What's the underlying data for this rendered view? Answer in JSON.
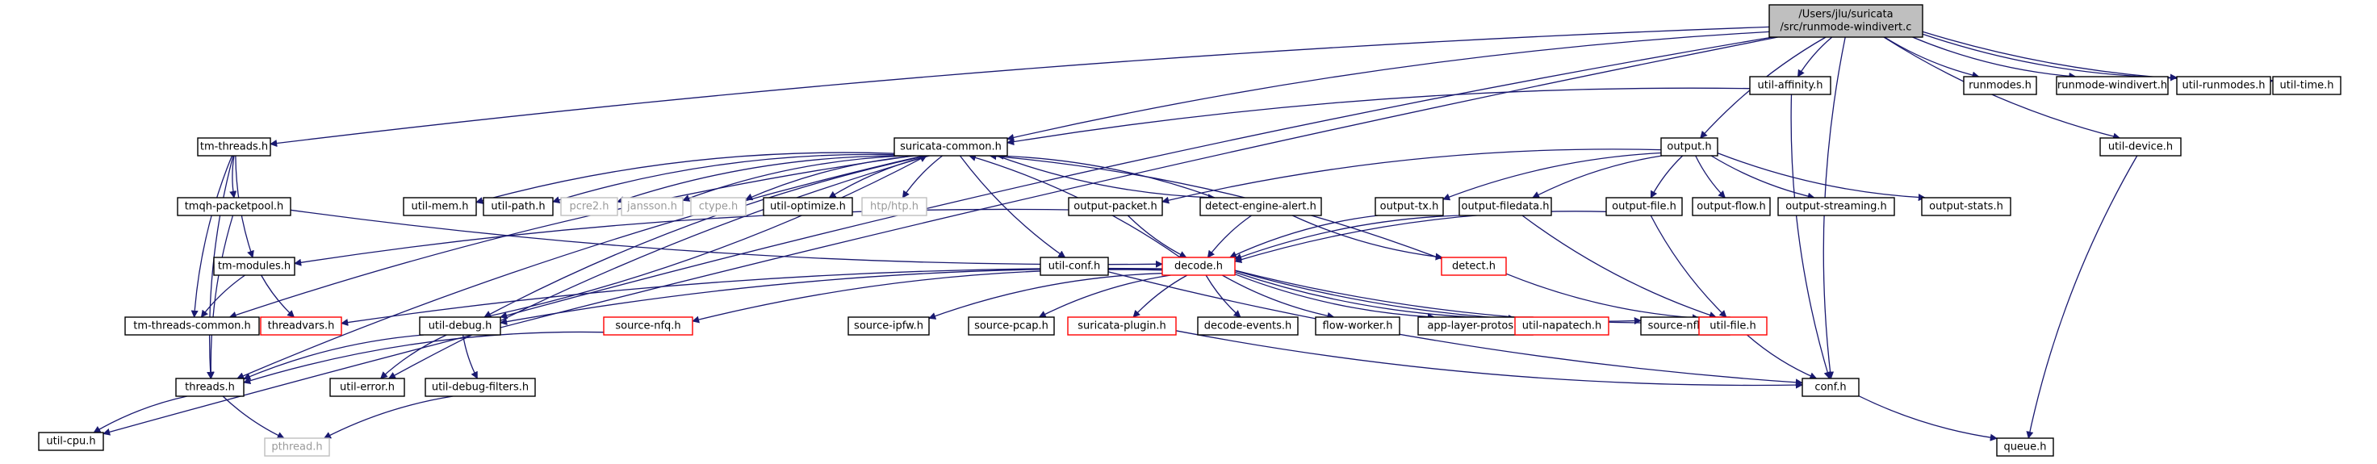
{
  "colors": {
    "edge": "#191970",
    "root_fill": "#bfbfbf",
    "node_stroke": "#000000",
    "missing_stroke": "#bfbfbf",
    "missing_text": "#9a9a9a",
    "truncated_stroke": "#ff0000"
  },
  "graph": {
    "nodes": [
      {
        "id": "root",
        "lines": [
          "/Users/jlu/suricata",
          "/src/runmode-windivert.c"
        ],
        "kind": "root"
      },
      {
        "id": "util_cpu",
        "lines": [
          "util-cpu.h"
        ],
        "kind": "normal"
      },
      {
        "id": "tm_threads",
        "lines": [
          "tm-threads.h"
        ],
        "kind": "normal"
      },
      {
        "id": "suricata_common",
        "lines": [
          "suricata-common.h"
        ],
        "kind": "normal"
      },
      {
        "id": "util_affinity",
        "lines": [
          "util-affinity.h"
        ],
        "kind": "normal"
      },
      {
        "id": "runmodes",
        "lines": [
          "runmodes.h"
        ],
        "kind": "normal"
      },
      {
        "id": "runmode_windivert_h",
        "lines": [
          "runmode-windivert.h"
        ],
        "kind": "normal"
      },
      {
        "id": "util_runmodes",
        "lines": [
          "util-runmodes.h"
        ],
        "kind": "normal"
      },
      {
        "id": "util_time",
        "lines": [
          "util-time.h"
        ],
        "kind": "normal"
      },
      {
        "id": "output",
        "lines": [
          "output.h"
        ],
        "kind": "normal"
      },
      {
        "id": "util_device",
        "lines": [
          "util-device.h"
        ],
        "kind": "normal"
      },
      {
        "id": "tmqh_packetpool",
        "lines": [
          "tmqh-packetpool.h"
        ],
        "kind": "normal"
      },
      {
        "id": "util_mem",
        "lines": [
          "util-mem.h"
        ],
        "kind": "normal"
      },
      {
        "id": "util_path",
        "lines": [
          "util-path.h"
        ],
        "kind": "normal"
      },
      {
        "id": "pcre2",
        "lines": [
          "pcre2.h"
        ],
        "kind": "missing"
      },
      {
        "id": "jansson",
        "lines": [
          "jansson.h"
        ],
        "kind": "missing"
      },
      {
        "id": "ctype",
        "lines": [
          "ctype.h"
        ],
        "kind": "missing"
      },
      {
        "id": "util_optimize",
        "lines": [
          "util-optimize.h"
        ],
        "kind": "normal"
      },
      {
        "id": "htp",
        "lines": [
          "htp/htp.h"
        ],
        "kind": "missing"
      },
      {
        "id": "output_packet",
        "lines": [
          "output-packet.h"
        ],
        "kind": "normal"
      },
      {
        "id": "detect_engine_alert",
        "lines": [
          "detect-engine-alert.h"
        ],
        "kind": "normal"
      },
      {
        "id": "output_tx",
        "lines": [
          "output-tx.h"
        ],
        "kind": "normal"
      },
      {
        "id": "output_filedata",
        "lines": [
          "output-filedata.h"
        ],
        "kind": "normal"
      },
      {
        "id": "output_file",
        "lines": [
          "output-file.h"
        ],
        "kind": "normal"
      },
      {
        "id": "output_flow",
        "lines": [
          "output-flow.h"
        ],
        "kind": "normal"
      },
      {
        "id": "output_streaming",
        "lines": [
          "output-streaming.h"
        ],
        "kind": "normal"
      },
      {
        "id": "output_stats",
        "lines": [
          "output-stats.h"
        ],
        "kind": "normal"
      },
      {
        "id": "tm_modules",
        "lines": [
          "tm-modules.h"
        ],
        "kind": "normal"
      },
      {
        "id": "util_conf",
        "lines": [
          "util-conf.h"
        ],
        "kind": "normal"
      },
      {
        "id": "decode",
        "lines": [
          "decode.h"
        ],
        "kind": "truncated"
      },
      {
        "id": "detect",
        "lines": [
          "detect.h"
        ],
        "kind": "truncated"
      },
      {
        "id": "tm_threads_common",
        "lines": [
          "tm-threads-common.h"
        ],
        "kind": "normal"
      },
      {
        "id": "threadvars",
        "lines": [
          "threadvars.h"
        ],
        "kind": "truncated"
      },
      {
        "id": "util_debug",
        "lines": [
          "util-debug.h"
        ],
        "kind": "normal"
      },
      {
        "id": "source_nfq",
        "lines": [
          "source-nfq.h"
        ],
        "kind": "truncated"
      },
      {
        "id": "source_ipfw",
        "lines": [
          "source-ipfw.h"
        ],
        "kind": "normal"
      },
      {
        "id": "source_pcap",
        "lines": [
          "source-pcap.h"
        ],
        "kind": "normal"
      },
      {
        "id": "suricata_plugin",
        "lines": [
          "suricata-plugin.h"
        ],
        "kind": "truncated"
      },
      {
        "id": "decode_events",
        "lines": [
          "decode-events.h"
        ],
        "kind": "normal"
      },
      {
        "id": "flow_worker",
        "lines": [
          "flow-worker.h"
        ],
        "kind": "normal"
      },
      {
        "id": "app_layer_protos",
        "lines": [
          "app-layer-protos.h"
        ],
        "kind": "normal"
      },
      {
        "id": "util_napatech",
        "lines": [
          "util-napatech.h"
        ],
        "kind": "truncated"
      },
      {
        "id": "source_nflog",
        "lines": [
          "source-nflog.h"
        ],
        "kind": "normal"
      },
      {
        "id": "util_file",
        "lines": [
          "util-file.h"
        ],
        "kind": "truncated"
      },
      {
        "id": "threads",
        "lines": [
          "threads.h"
        ],
        "kind": "normal"
      },
      {
        "id": "util_error",
        "lines": [
          "util-error.h"
        ],
        "kind": "normal"
      },
      {
        "id": "util_debug_filters",
        "lines": [
          "util-debug-filters.h"
        ],
        "kind": "normal"
      },
      {
        "id": "conf",
        "lines": [
          "conf.h"
        ],
        "kind": "normal"
      },
      {
        "id": "pthread",
        "lines": [
          "pthread.h"
        ],
        "kind": "missing"
      },
      {
        "id": "queue",
        "lines": [
          "queue.h"
        ],
        "kind": "normal"
      }
    ],
    "edges": [
      [
        "root",
        "util_cpu"
      ],
      [
        "root",
        "tm_threads"
      ],
      [
        "root",
        "suricata_common"
      ],
      [
        "root",
        "util_affinity"
      ],
      [
        "root",
        "runmodes"
      ],
      [
        "root",
        "runmode_windivert_h"
      ],
      [
        "root",
        "util_runmodes"
      ],
      [
        "root",
        "util_time"
      ],
      [
        "root",
        "output"
      ],
      [
        "root",
        "util_device"
      ],
      [
        "root",
        "util_debug"
      ],
      [
        "root",
        "conf"
      ],
      [
        "tm_threads",
        "tmqh_packetpool"
      ],
      [
        "tm_threads",
        "tm_modules"
      ],
      [
        "tm_threads",
        "tm_threads_common"
      ],
      [
        "tm_threads",
        "threads"
      ],
      [
        "util_affinity",
        "suricata_common"
      ],
      [
        "util_affinity",
        "conf"
      ],
      [
        "suricata_common",
        "util_mem"
      ],
      [
        "suricata_common",
        "util_path"
      ],
      [
        "suricata_common",
        "pcre2"
      ],
      [
        "suricata_common",
        "jansson"
      ],
      [
        "suricata_common",
        "ctype"
      ],
      [
        "suricata_common",
        "util_optimize"
      ],
      [
        "suricata_common",
        "htp"
      ],
      [
        "suricata_common",
        "detect_engine_alert"
      ],
      [
        "suricata_common",
        "tm_threads_common"
      ],
      [
        "suricata_common",
        "util_debug"
      ],
      [
        "suricata_common",
        "util_error"
      ],
      [
        "suricata_common",
        "util_conf"
      ],
      [
        "suricata_common",
        "threads"
      ],
      [
        "output",
        "output_packet"
      ],
      [
        "output",
        "output_tx"
      ],
      [
        "output",
        "output_filedata"
      ],
      [
        "output",
        "output_file"
      ],
      [
        "output",
        "output_flow"
      ],
      [
        "output",
        "output_streaming"
      ],
      [
        "output",
        "output_stats"
      ],
      [
        "util_device",
        "queue"
      ],
      [
        "tmqh_packetpool",
        "decode"
      ],
      [
        "tmqh_packetpool",
        "threads"
      ],
      [
        "output_packet",
        "decode"
      ],
      [
        "output_packet",
        "tm_modules"
      ],
      [
        "detect_engine_alert",
        "suricata_common"
      ],
      [
        "detect_engine_alert",
        "decode"
      ],
      [
        "detect_engine_alert",
        "detect"
      ],
      [
        "output_tx",
        "decode"
      ],
      [
        "output_filedata",
        "decode"
      ],
      [
        "output_filedata",
        "util_file"
      ],
      [
        "output_file",
        "decode"
      ],
      [
        "output_file",
        "util_file"
      ],
      [
        "tm_modules",
        "tm_threads_common"
      ],
      [
        "tm_modules",
        "threadvars"
      ],
      [
        "util_conf",
        "conf"
      ],
      [
        "detect",
        "suricata_common"
      ],
      [
        "detect",
        "util_file"
      ],
      [
        "decode",
        "suricata_common"
      ],
      [
        "decode",
        "threadvars"
      ],
      [
        "decode",
        "util_debug"
      ],
      [
        "decode",
        "source_nfq"
      ],
      [
        "decode",
        "source_ipfw"
      ],
      [
        "decode",
        "source_pcap"
      ],
      [
        "decode",
        "suricata_plugin"
      ],
      [
        "decode",
        "decode_events"
      ],
      [
        "decode",
        "flow_worker"
      ],
      [
        "decode",
        "app_layer_protos"
      ],
      [
        "decode",
        "util_napatech"
      ],
      [
        "decode",
        "source_nflog"
      ],
      [
        "decode",
        "util_file"
      ],
      [
        "util_debug",
        "suricata_common"
      ],
      [
        "util_debug",
        "threads"
      ],
      [
        "util_debug",
        "util_error"
      ],
      [
        "util_debug",
        "util_debug_filters"
      ],
      [
        "source_nfq",
        "threads"
      ],
      [
        "suricata_plugin",
        "conf"
      ],
      [
        "util_file",
        "conf"
      ],
      [
        "threads",
        "util_cpu"
      ],
      [
        "threads",
        "pthread"
      ],
      [
        "util_debug_filters",
        "pthread"
      ],
      [
        "conf",
        "queue"
      ]
    ]
  }
}
